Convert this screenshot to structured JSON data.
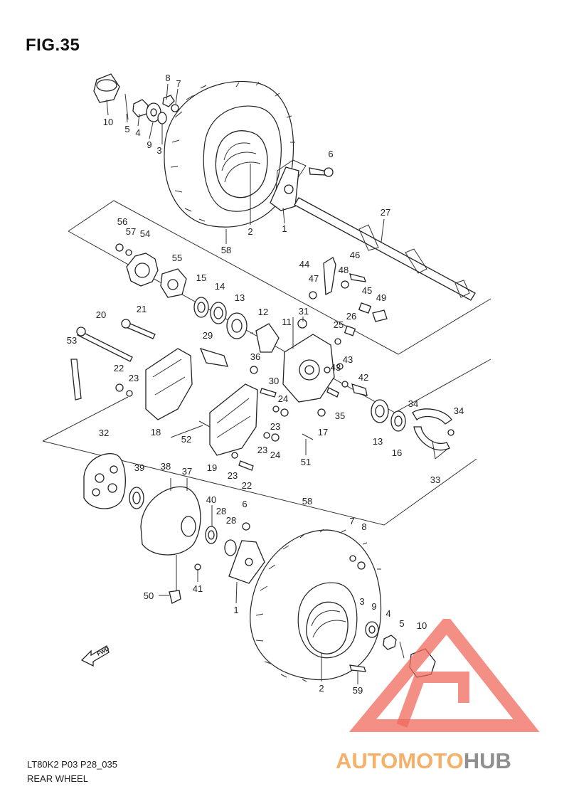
{
  "title": "FIG.35",
  "diagram_code": "LT80K2 P03 P28_035",
  "caption": "REAR WHEEL",
  "fwd_label": "FWD",
  "watermark": {
    "part1": "AUTOMOTO",
    "part2": "HUB",
    "color_red": "#f06a5e",
    "color_orange": "#f5a95a",
    "color_gray": "#8a8a8a"
  },
  "callouts": [
    {
      "id": "c10a",
      "text": "10"
    },
    {
      "id": "c5a",
      "text": "5"
    },
    {
      "id": "c4a",
      "text": "4"
    },
    {
      "id": "c9a",
      "text": "9"
    },
    {
      "id": "c8a",
      "text": "8"
    },
    {
      "id": "c7a",
      "text": "7"
    },
    {
      "id": "c3a",
      "text": "3"
    },
    {
      "id": "c6a",
      "text": "6"
    },
    {
      "id": "c27",
      "text": "27"
    },
    {
      "id": "c2a",
      "text": "2"
    },
    {
      "id": "c1a",
      "text": "1"
    },
    {
      "id": "c58a",
      "text": "58"
    },
    {
      "id": "c56",
      "text": "56"
    },
    {
      "id": "c57",
      "text": "57"
    },
    {
      "id": "c54",
      "text": "54"
    },
    {
      "id": "c55",
      "text": "55"
    },
    {
      "id": "c44",
      "text": "44"
    },
    {
      "id": "c46",
      "text": "46"
    },
    {
      "id": "c48",
      "text": "48"
    },
    {
      "id": "c47",
      "text": "47"
    },
    {
      "id": "c45",
      "text": "45"
    },
    {
      "id": "c49",
      "text": "49"
    },
    {
      "id": "c15",
      "text": "15"
    },
    {
      "id": "c14",
      "text": "14"
    },
    {
      "id": "c13a",
      "text": "13"
    },
    {
      "id": "c12",
      "text": "12"
    },
    {
      "id": "c11",
      "text": "11"
    },
    {
      "id": "c31",
      "text": "31"
    },
    {
      "id": "c26",
      "text": "26"
    },
    {
      "id": "c25",
      "text": "25"
    },
    {
      "id": "c20",
      "text": "20"
    },
    {
      "id": "c21",
      "text": "21"
    },
    {
      "id": "c29",
      "text": "29"
    },
    {
      "id": "c53",
      "text": "53"
    },
    {
      "id": "c36",
      "text": "36"
    },
    {
      "id": "c30",
      "text": "30"
    },
    {
      "id": "c43a",
      "text": "43"
    },
    {
      "id": "c43b",
      "text": "43"
    },
    {
      "id": "c42",
      "text": "42"
    },
    {
      "id": "c22a",
      "text": "22"
    },
    {
      "id": "c23a",
      "text": "23"
    },
    {
      "id": "c24a",
      "text": "24"
    },
    {
      "id": "c35",
      "text": "35"
    },
    {
      "id": "c34a",
      "text": "34"
    },
    {
      "id": "c34b",
      "text": "34"
    },
    {
      "id": "c18",
      "text": "18"
    },
    {
      "id": "c23b",
      "text": "23"
    },
    {
      "id": "c17",
      "text": "17"
    },
    {
      "id": "c13b",
      "text": "13"
    },
    {
      "id": "c16",
      "text": "16"
    },
    {
      "id": "c32",
      "text": "32"
    },
    {
      "id": "c52",
      "text": "52"
    },
    {
      "id": "c23c",
      "text": "23"
    },
    {
      "id": "c24b",
      "text": "24"
    },
    {
      "id": "c51",
      "text": "51"
    },
    {
      "id": "c19",
      "text": "19"
    },
    {
      "id": "c23d",
      "text": "23"
    },
    {
      "id": "c22b",
      "text": "22"
    },
    {
      "id": "c33",
      "text": "33"
    },
    {
      "id": "c39",
      "text": "39"
    },
    {
      "id": "c38",
      "text": "38"
    },
    {
      "id": "c37",
      "text": "37"
    },
    {
      "id": "c40",
      "text": "40"
    },
    {
      "id": "c28a",
      "text": "28"
    },
    {
      "id": "c28b",
      "text": "28"
    },
    {
      "id": "c6b",
      "text": "6"
    },
    {
      "id": "c58b",
      "text": "58"
    },
    {
      "id": "c7b",
      "text": "7"
    },
    {
      "id": "c8b",
      "text": "8"
    },
    {
      "id": "c41",
      "text": "41"
    },
    {
      "id": "c50",
      "text": "50"
    },
    {
      "id": "c1b",
      "text": "1"
    },
    {
      "id": "c3b",
      "text": "3"
    },
    {
      "id": "c9b",
      "text": "9"
    },
    {
      "id": "c4b",
      "text": "4"
    },
    {
      "id": "c5b",
      "text": "5"
    },
    {
      "id": "c10b",
      "text": "10"
    },
    {
      "id": "c2b",
      "text": "2"
    },
    {
      "id": "c59",
      "text": "59"
    }
  ]
}
